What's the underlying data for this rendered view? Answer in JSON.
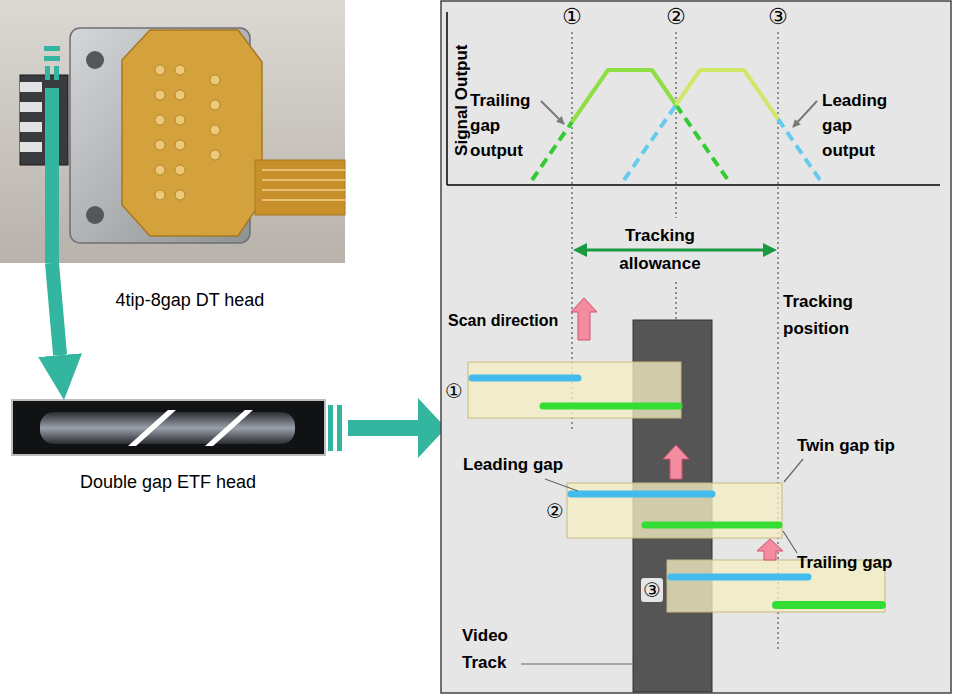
{
  "diagram": {
    "nodes": [
      {
        "text": [
          "4tip-8gap DT head"
        ]
      },
      {
        "text": [
          "Double gap ETF head"
        ]
      }
    ],
    "edges": [
      {
        "from": 0,
        "to": 1,
        "arrow": "to"
      }
    ],
    "labels": [
      "①",
      "②",
      "③",
      "Signal Output",
      "Trailing gap output",
      "Leading gap output",
      "Tracking allowance",
      "Tracking position",
      "Scan direction",
      "①",
      "Twin gap tip",
      "Leading gap",
      "②",
      "Trailing gap",
      "③",
      "Video Track"
    ]
  }
}
